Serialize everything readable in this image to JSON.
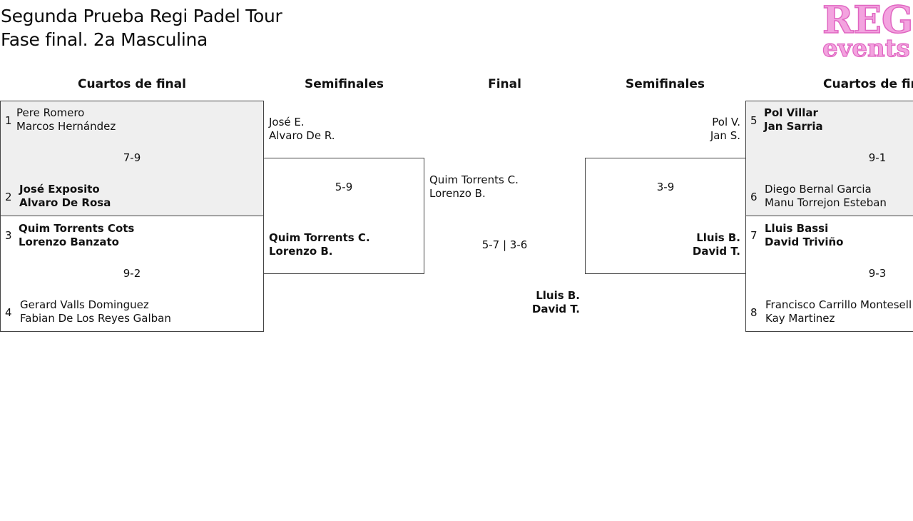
{
  "header": {
    "title_line1": "Segunda Prueba Regi Padel Tour",
    "title_line2": "Fase final. 2a Masculina",
    "logo": {
      "word1": "REGI",
      "word2": "events",
      "color": "#e87dd0"
    }
  },
  "rounds": {
    "left_qf": "Cuartos de final",
    "left_sf": "Semifinales",
    "final": "Final",
    "right_sf": "Semifinales",
    "right_qf": "Cuartos de final"
  },
  "left_qf": [
    {
      "top": {
        "seed": "1",
        "p1": "Pere Romero",
        "p2": "Marcos Hernández"
      },
      "score": "7-9",
      "bottom": {
        "seed": "2",
        "p1": "José Exposito",
        "p2": "Alvaro De Rosa"
      }
    },
    {
      "top": {
        "seed": "3",
        "p1": "Quim Torrents Cots",
        "p2": "Lorenzo Banzato"
      },
      "score": "9-2",
      "bottom": {
        "seed": "4",
        "p1": "Gerard Valls Dominguez",
        "p2": "Fabian De Los Reyes Galban"
      }
    }
  ],
  "left_sf": {
    "top": {
      "p1": "José E.",
      "p2": "Alvaro De R."
    },
    "score": "5-9",
    "bottom": {
      "p1": "Quim Torrents C.",
      "p2": "Lorenzo B."
    }
  },
  "final": {
    "top": {
      "p1": "Quim Torrents C.",
      "p2": "Lorenzo B."
    },
    "score": "5-7 | 3-6",
    "bottom": {
      "p1": "Lluis B.",
      "p2": "David T."
    }
  },
  "right_sf": {
    "top": {
      "p1": "Pol V.",
      "p2": "Jan S."
    },
    "score": "3-9",
    "bottom": {
      "p1": "Lluis B.",
      "p2": "David T."
    }
  },
  "right_qf": [
    {
      "top": {
        "seed": "5",
        "p1": "Pol Villar",
        "p2": "Jan Sarria"
      },
      "score": "9-1",
      "bottom": {
        "seed": "6",
        "p1": "Diego Bernal Garcia",
        "p2": "Manu Torrejon Esteban"
      }
    },
    {
      "top": {
        "seed": "7",
        "p1": "Lluis Bassi",
        "p2": "David Triviño"
      },
      "score": "9-3",
      "bottom": {
        "seed": "8",
        "p1": "Francisco Carrillo Montesell",
        "p2": "Kay Martinez"
      }
    }
  ]
}
